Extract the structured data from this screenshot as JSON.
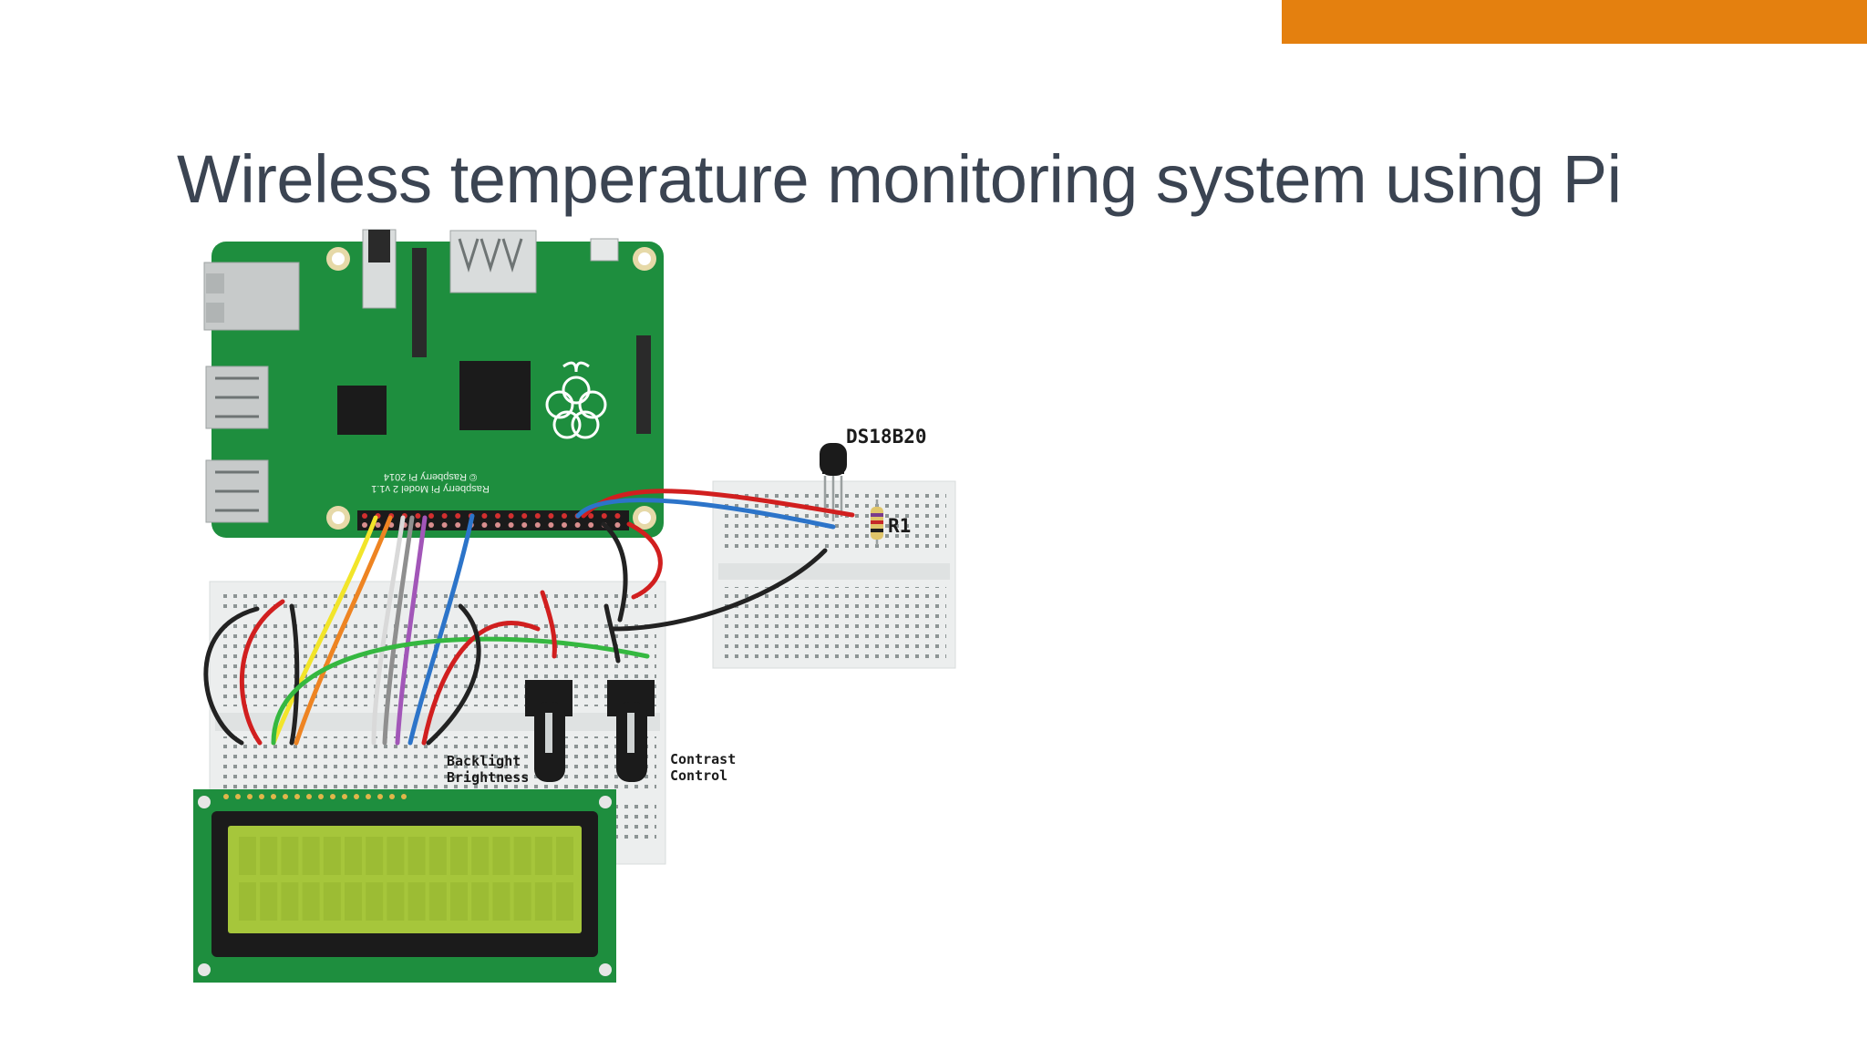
{
  "slide": {
    "title": "Wireless temperature monitoring system using Pi",
    "accent_color": "#e4800f"
  },
  "diagram": {
    "sensor_label": "DS18B20",
    "resistor_label": "R1",
    "pot1_label_line1": "Backlight",
    "pot1_label_line2": "Brightness",
    "pot2_label_line1": "Contrast",
    "pot2_label_line2": "Control",
    "pi_text_line1": "© Raspberry Pi 2014",
    "pi_text_line2": "Raspberry Pi Model 2 v1.1",
    "colors": {
      "pcb": "#1e8e3e",
      "lcd_screen": "#a6c63b",
      "breadboard": "#eceeee",
      "wire_red": "#d11f1f",
      "wire_blue": "#2c74c9",
      "wire_yellow": "#f2e52a",
      "wire_orange": "#ee8422",
      "wire_green": "#35b840",
      "wire_purple": "#a256b8",
      "wire_black": "#222222"
    }
  }
}
